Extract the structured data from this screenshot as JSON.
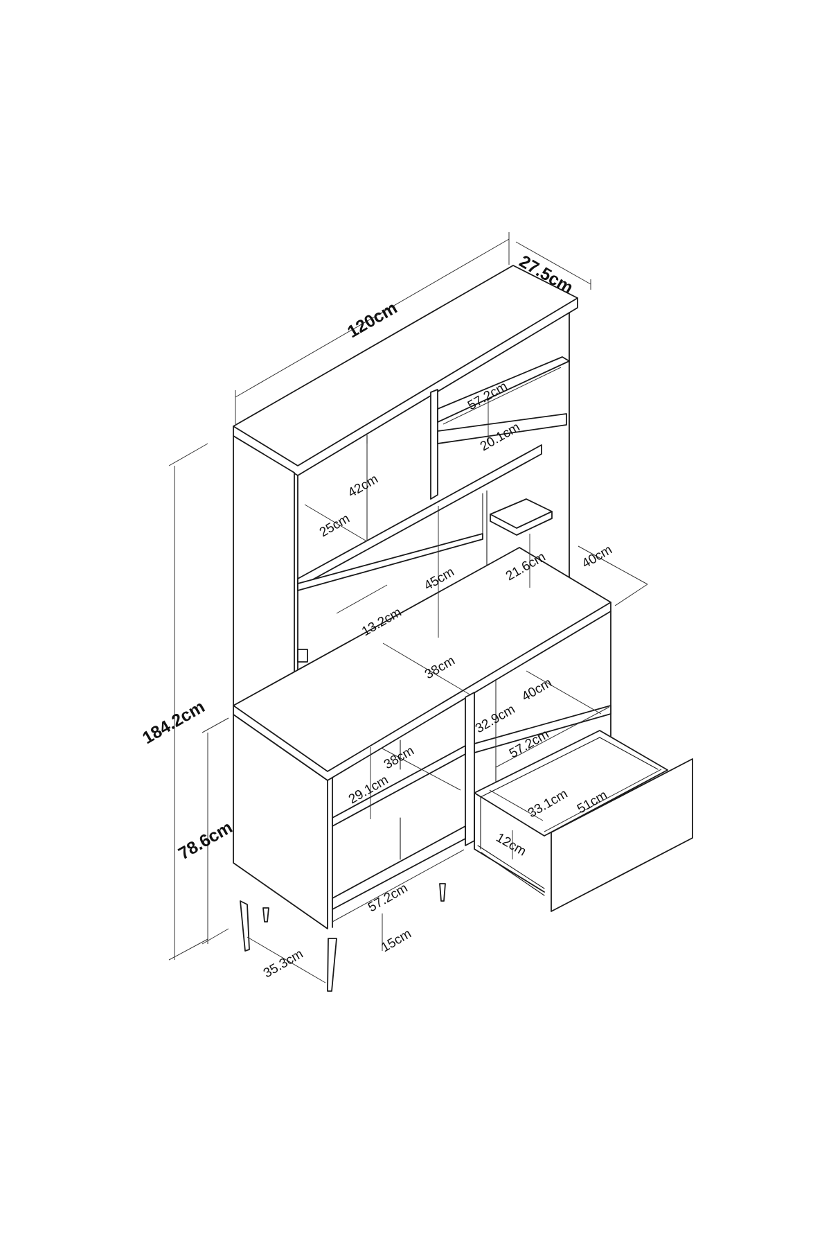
{
  "diagram": {
    "subject": "bookcase with hutch, open shelves and one drawer",
    "dimensions": {
      "overall_width": "120cm",
      "top_depth": "27.5cm",
      "overall_height": "184.2cm",
      "base_height": "78.6cm",
      "base_depth": "40cm",
      "base_depth_side": "35.3cm",
      "leg_height": "15cm",
      "upper_compartment_width": "57.2cm",
      "upper_compartment_height": "20.1cm",
      "left_upper_height": "42cm",
      "left_upper_depth": "25cm",
      "center_open_height": "45cm",
      "small_shelf_height": "21.6cm",
      "ledge_height": "13.2cm",
      "counter_depth": "38cm",
      "right_open_height": "32.9cm",
      "right_open_depth": "40cm",
      "right_open_width": "57.2cm",
      "left_cabinet_shelf_depth": "38cm",
      "left_cabinet_shelf_height": "29.1cm",
      "left_cabinet_bottom_width": "57.2cm",
      "drawer_depth": "33.1cm",
      "drawer_width": "51cm",
      "drawer_height": "12cm"
    }
  }
}
